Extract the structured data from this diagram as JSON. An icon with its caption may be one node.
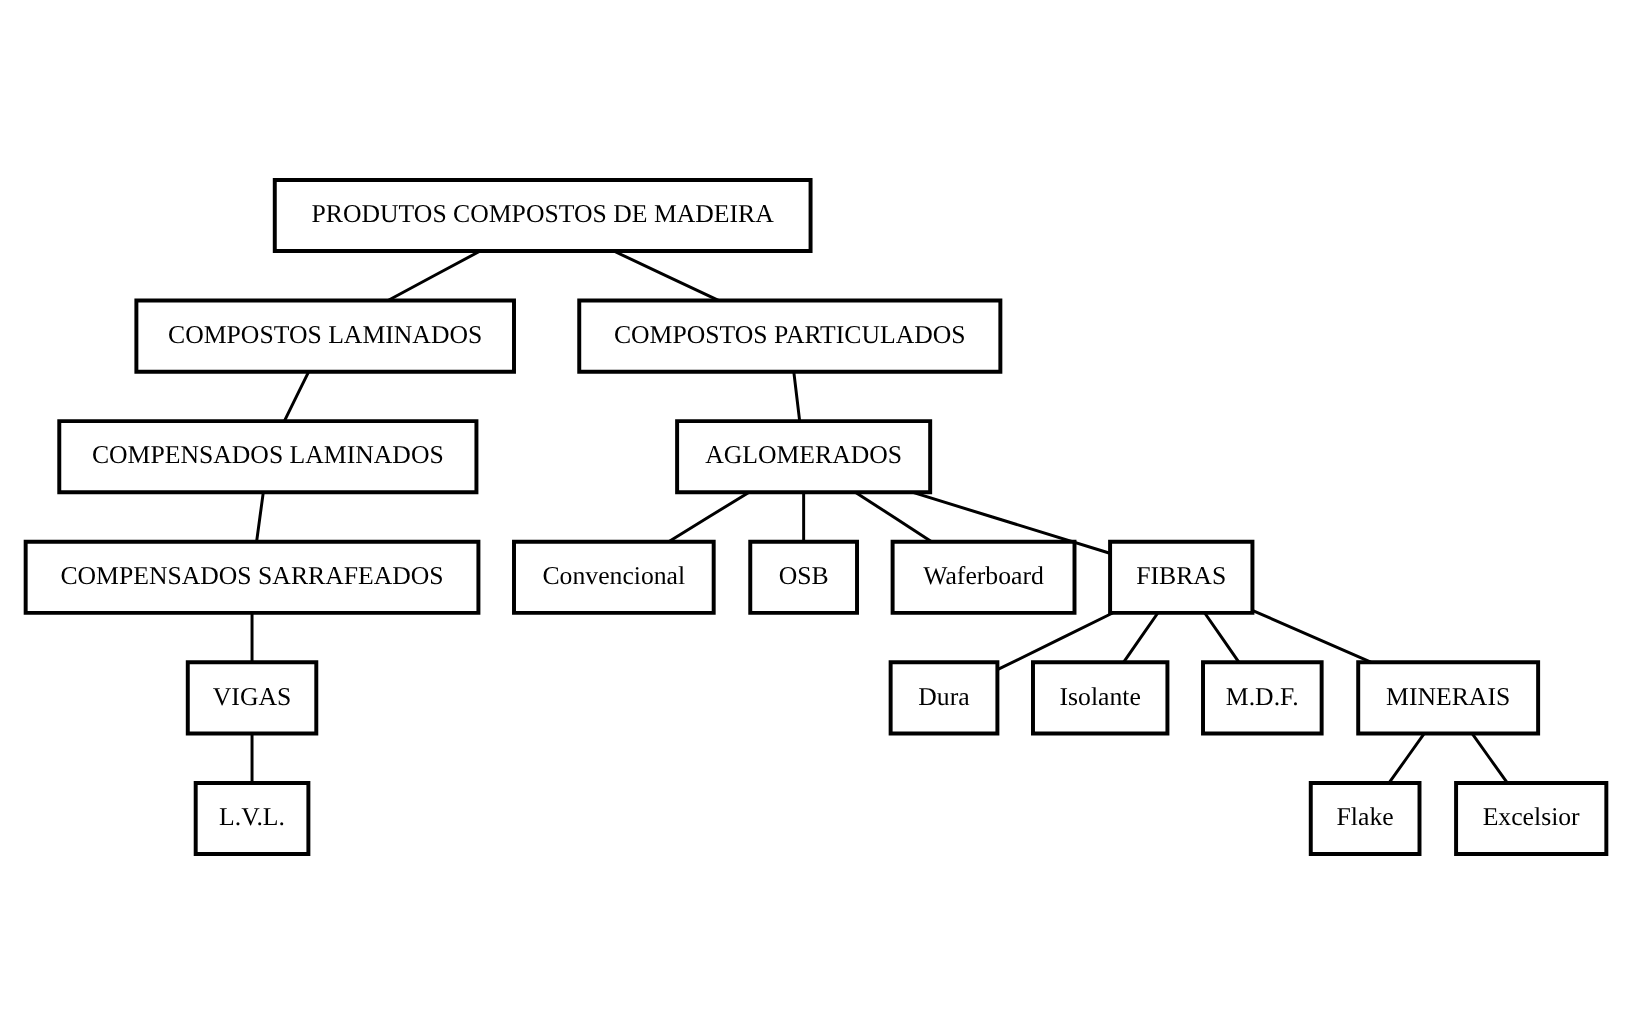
{
  "diagram": {
    "nodes": [
      {
        "text": [
          "PRODUTOS COMPOSTOS DE MADEIRA"
        ]
      },
      {
        "text": [
          "COMPOSTOS LAMINADOS"
        ]
      },
      {
        "text": [
          "COMPOSTOS PARTICULADOS"
        ]
      },
      {
        "text": [
          "COMPENSADOS LAMINADOS"
        ]
      },
      {
        "text": [
          "COMPENSADOS SARRAFEADOS"
        ]
      },
      {
        "text": [
          "VIGAS"
        ]
      },
      {
        "text": [
          "L.V.L."
        ]
      },
      {
        "text": [
          "AGLOMERADOS"
        ]
      },
      {
        "text": [
          "Convencional"
        ]
      },
      {
        "text": [
          "OSB"
        ]
      },
      {
        "text": [
          "Waferboard"
        ]
      },
      {
        "text": [
          "FIBRAS"
        ]
      },
      {
        "text": [
          "Dura"
        ]
      },
      {
        "text": [
          "Isolante"
        ]
      },
      {
        "text": [
          "M.D.F."
        ]
      },
      {
        "text": [
          "MINERAIS"
        ]
      },
      {
        "text": [
          "Flake"
        ]
      },
      {
        "text": [
          "Excelsior"
        ]
      }
    ],
    "edges": [
      {
        "from": 0,
        "to": 1,
        "arrow": "none"
      },
      {
        "from": 0,
        "to": 2,
        "arrow": "none"
      },
      {
        "from": 1,
        "to": 3,
        "arrow": "none"
      },
      {
        "from": 3,
        "to": 4,
        "arrow": "none"
      },
      {
        "from": 4,
        "to": 5,
        "arrow": "none"
      },
      {
        "from": 5,
        "to": 6,
        "arrow": "none"
      },
      {
        "from": 2,
        "to": 7,
        "arrow": "none"
      },
      {
        "from": 7,
        "to": 8,
        "arrow": "none"
      },
      {
        "from": 7,
        "to": 9,
        "arrow": "none"
      },
      {
        "from": 7,
        "to": 10,
        "arrow": "none"
      },
      {
        "from": 7,
        "to": 11,
        "arrow": "none"
      },
      {
        "from": 11,
        "to": 12,
        "arrow": "none"
      },
      {
        "from": 11,
        "to": 13,
        "arrow": "none"
      },
      {
        "from": 11,
        "to": 14,
        "arrow": "none"
      },
      {
        "from": 11,
        "to": 15,
        "arrow": "none"
      },
      {
        "from": 15,
        "to": 16,
        "arrow": "none"
      },
      {
        "from": 15,
        "to": 17,
        "arrow": "none"
      }
    ]
  }
}
